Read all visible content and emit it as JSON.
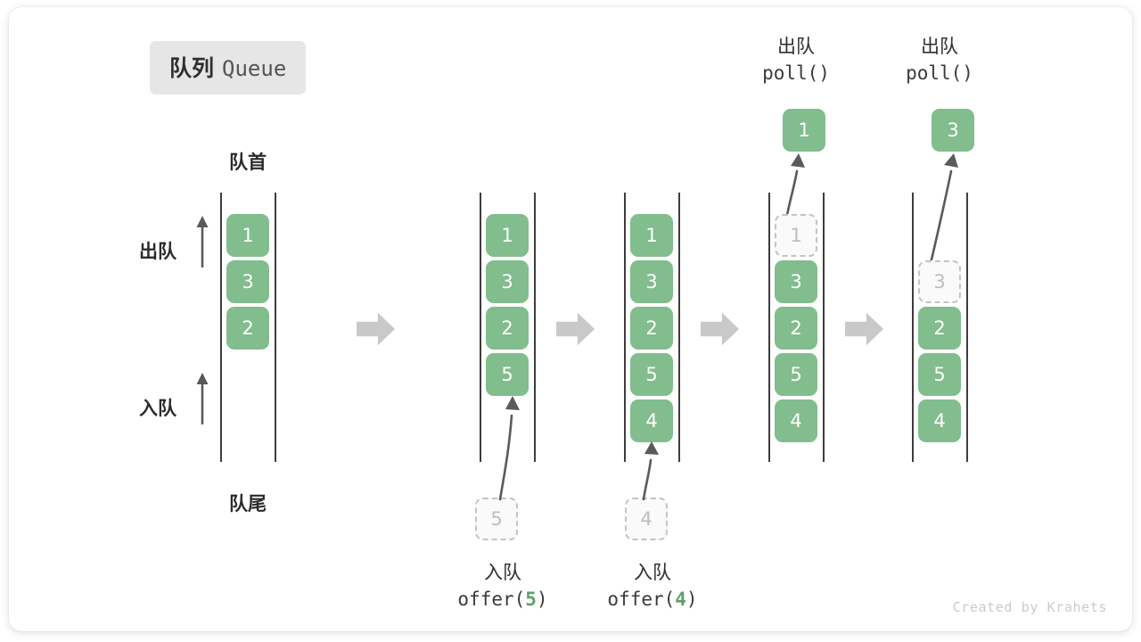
{
  "title": {
    "cn": "队列",
    "en": "Queue"
  },
  "labels": {
    "front": "队首",
    "rear": "队尾",
    "dequeue": "出队",
    "enqueue": "入队"
  },
  "credit": "Created by Krahets",
  "colors": {
    "element": "#81bd8d",
    "ghost_border": "#c4c4c4",
    "ghost_fill": "#fafafa",
    "rail": "#3d3d3d",
    "flow_arrow": "#c9c9c9",
    "badge_bg": "#e6e6e6",
    "text": "#2f2f2f",
    "accent_number": "#5ea06b"
  },
  "stages": [
    {
      "id": "stage-initial",
      "items": [
        {
          "value": "1",
          "state": "filled"
        },
        {
          "value": "3",
          "state": "filled"
        },
        {
          "value": "2",
          "state": "filled"
        }
      ],
      "caption_top": null,
      "caption_bottom": null,
      "popped": null,
      "incoming": null
    },
    {
      "id": "stage-offer-5",
      "items": [
        {
          "value": "1",
          "state": "filled"
        },
        {
          "value": "3",
          "state": "filled"
        },
        {
          "value": "2",
          "state": "filled"
        },
        {
          "value": "5",
          "state": "filled"
        }
      ],
      "caption_top": null,
      "caption_bottom": {
        "line1": "入队",
        "line2_pre": "offer(",
        "line2_num": "5",
        "line2_post": ")"
      },
      "incoming": {
        "value": "5",
        "state": "ghost"
      },
      "popped": null
    },
    {
      "id": "stage-offer-4",
      "items": [
        {
          "value": "1",
          "state": "filled"
        },
        {
          "value": "3",
          "state": "filled"
        },
        {
          "value": "2",
          "state": "filled"
        },
        {
          "value": "5",
          "state": "filled"
        },
        {
          "value": "4",
          "state": "filled"
        }
      ],
      "caption_top": null,
      "caption_bottom": {
        "line1": "入队",
        "line2_pre": "offer(",
        "line2_num": "4",
        "line2_post": ")"
      },
      "incoming": {
        "value": "4",
        "state": "ghost"
      },
      "popped": null
    },
    {
      "id": "stage-poll-1",
      "items": [
        {
          "value": "1",
          "state": "ghost"
        },
        {
          "value": "3",
          "state": "filled"
        },
        {
          "value": "2",
          "state": "filled"
        },
        {
          "value": "5",
          "state": "filled"
        },
        {
          "value": "4",
          "state": "filled"
        }
      ],
      "caption_top": {
        "line1": "出队",
        "line2_pre": "poll(",
        "line2_num": "",
        "line2_post": ")"
      },
      "caption_bottom": null,
      "popped": {
        "value": "1",
        "state": "filled"
      },
      "incoming": null
    },
    {
      "id": "stage-poll-3",
      "items": [
        {
          "value": "",
          "state": "empty"
        },
        {
          "value": "3",
          "state": "ghost"
        },
        {
          "value": "2",
          "state": "filled"
        },
        {
          "value": "5",
          "state": "filled"
        },
        {
          "value": "4",
          "state": "filled"
        }
      ],
      "caption_top": {
        "line1": "出队",
        "line2_pre": "poll(",
        "line2_num": "",
        "line2_post": ")"
      },
      "caption_bottom": null,
      "popped": {
        "value": "3",
        "state": "filled"
      },
      "incoming": null
    }
  ]
}
